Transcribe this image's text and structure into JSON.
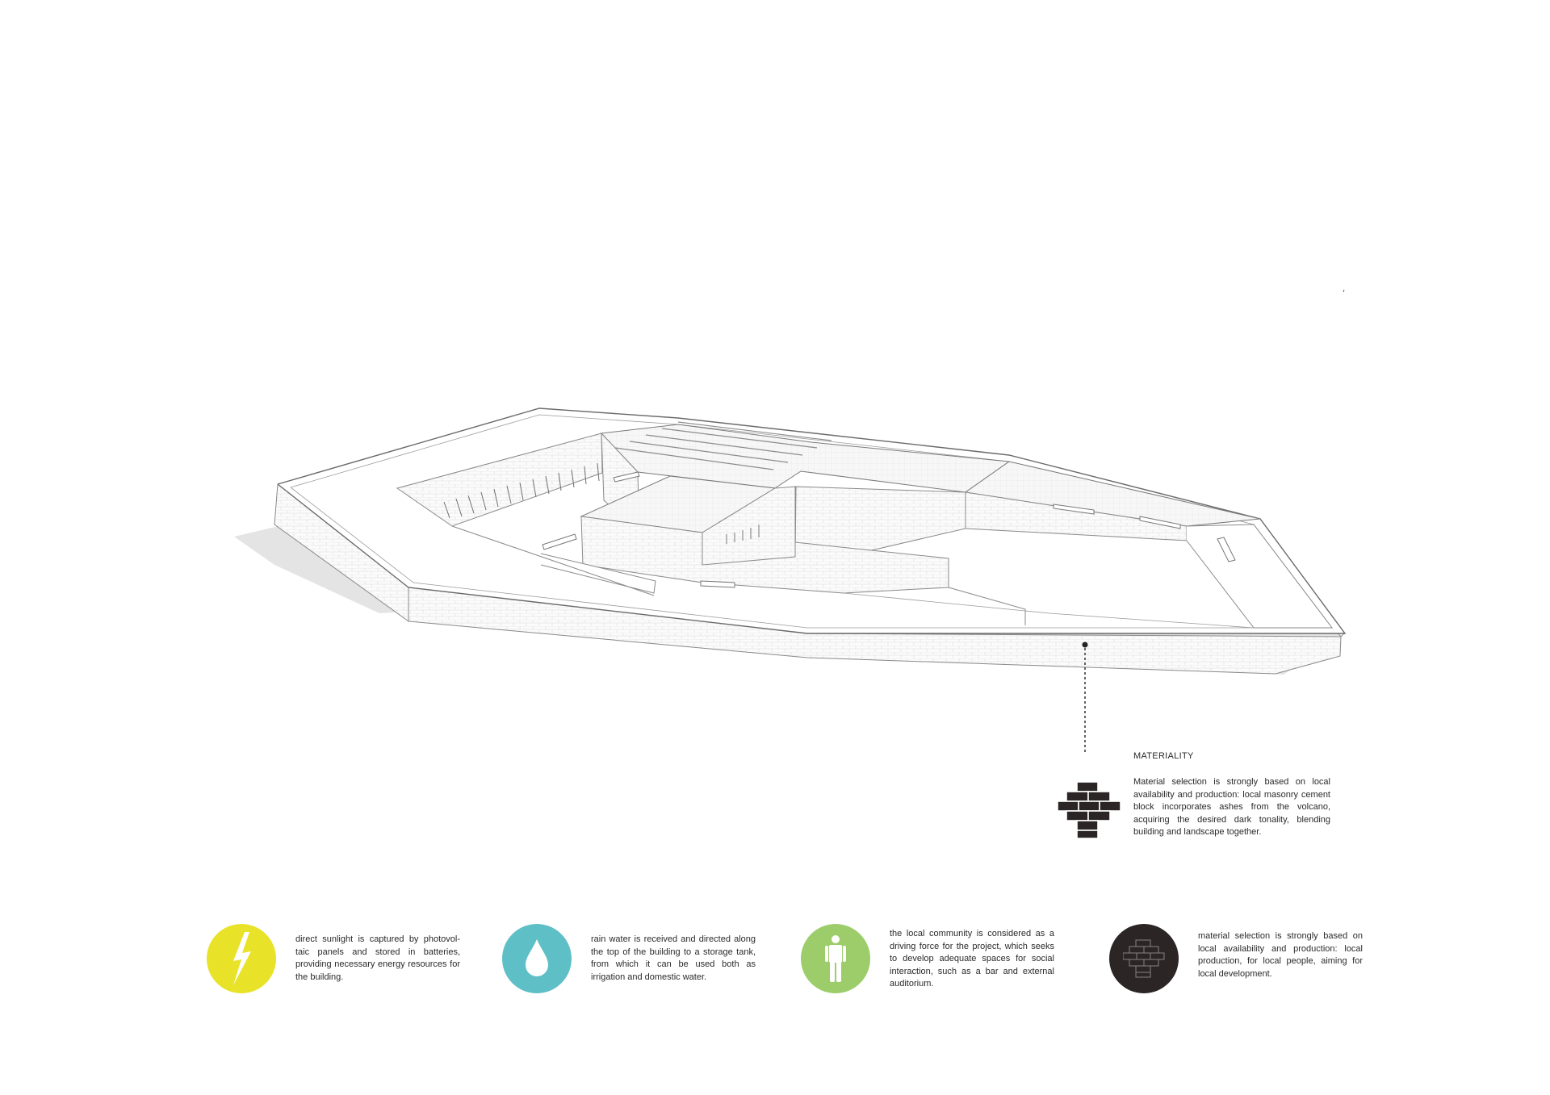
{
  "colors": {
    "energy": "#e8e228",
    "water": "#5fbfc7",
    "community": "#9ccd6a",
    "material": "#2b2526",
    "line": "#555555",
    "shadow": "#e4e4e4"
  },
  "materiality": {
    "title": "MATERIALITY",
    "text": "Material selection is strongly based on local availability and production: local masonry cement block incorporates ashes from the volcano, acquiring the desired dark tonality, blending building and landscape together.",
    "icon": "brick-wall-icon"
  },
  "features": [
    {
      "icon": "lightning-bolt-icon",
      "text": "direct sunlight is captured by photovol-taic panels and stored in batteries, providing necessary energy resources for the building."
    },
    {
      "icon": "water-drop-icon",
      "text": "rain water is received and directed along the top of the building to a storage tank, from which it can be used both as irrigation and domestic water."
    },
    {
      "icon": "person-icon",
      "text": "the local community is considered as a driving force for the project, which seeks to develop adequate spaces for social interaction, such as a bar and external auditorium."
    },
    {
      "icon": "brick-wall-icon",
      "text": "material selection is strongly based on local availability and production: local production, for local people, aiming for local development."
    }
  ]
}
